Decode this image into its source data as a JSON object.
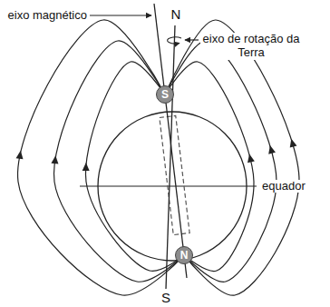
{
  "diagram": {
    "nodes": [
      {
        "text": [
          "S"
        ]
      },
      {
        "text": [
          "N"
        ]
      }
    ],
    "labels": [
      "eixo magnético",
      "N",
      "eixo de rotação da Terra",
      "equador",
      "S"
    ]
  }
}
